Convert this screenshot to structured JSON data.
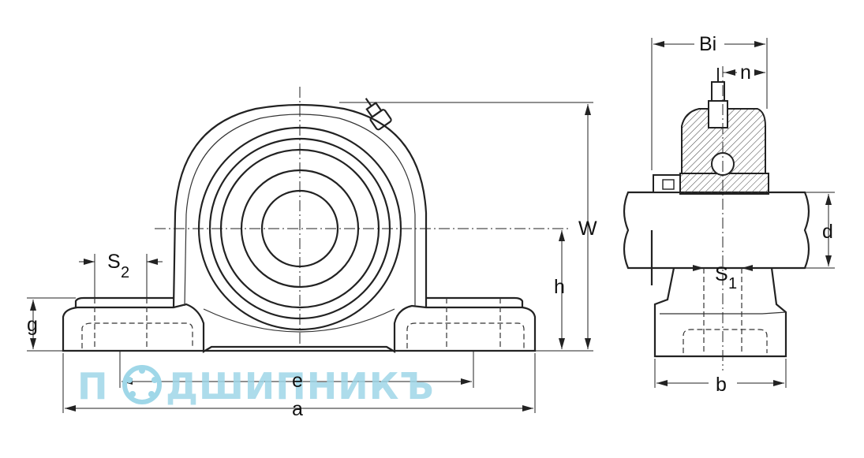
{
  "labels": {
    "bi": "Bi",
    "n": "n",
    "w": "W",
    "d": "d",
    "h": "h",
    "g": "g",
    "s2_main": "S",
    "s2_sub": "2",
    "s1_main": "S",
    "s1_sub": "1",
    "e": "e",
    "a": "a",
    "b": "b"
  },
  "watermark": {
    "text_before": "П",
    "text_after": "ДШИПНИКЪ",
    "color": "#9fd7e8"
  },
  "colors": {
    "line": "#222222",
    "background": "#ffffff"
  }
}
